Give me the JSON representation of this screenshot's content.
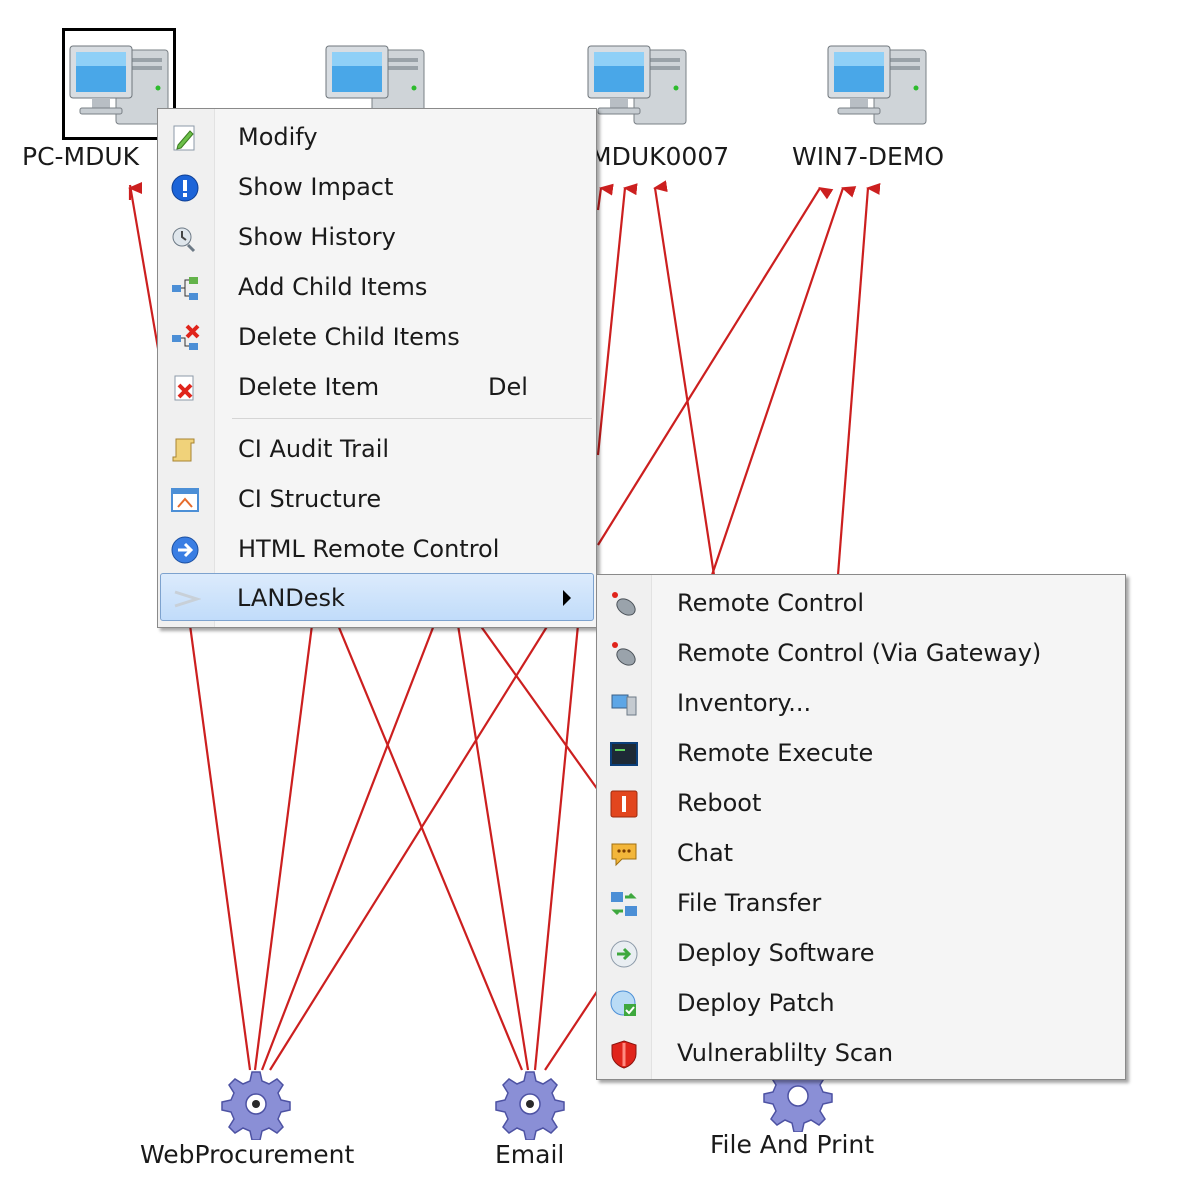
{
  "computers": [
    {
      "label": "PC-MDUK",
      "selected": true
    },
    {
      "label": "",
      "selected": false
    },
    {
      "label": "MDUK0007",
      "selected": false
    },
    {
      "label": "WIN7-DEMO",
      "selected": false
    }
  ],
  "services": [
    {
      "label": "WebProcurement"
    },
    {
      "label": "Email"
    },
    {
      "label": "File And Print"
    }
  ],
  "context_menu": {
    "items": [
      {
        "label": "Modify",
        "icon": "pencil-icon"
      },
      {
        "label": "Show Impact",
        "icon": "info-icon"
      },
      {
        "label": "Show History",
        "icon": "history-icon"
      },
      {
        "label": "Add Child Items",
        "icon": "add-child-icon"
      },
      {
        "label": "Delete Child Items",
        "icon": "delete-child-icon"
      },
      {
        "label": "Delete Item",
        "shortcut": "Del",
        "icon": "delete-item-icon"
      },
      {
        "label": "CI Audit Trail",
        "icon": "scroll-icon"
      },
      {
        "label": "CI Structure",
        "icon": "structure-icon"
      },
      {
        "label": "HTML Remote Control",
        "icon": "arrow-circle-icon"
      },
      {
        "label": "LANDesk",
        "icon": "landesk-icon",
        "has_submenu": true
      }
    ]
  },
  "landesk_submenu": {
    "items": [
      {
        "label": "Remote Control",
        "icon": "remote-control-icon"
      },
      {
        "label": "Remote Control (Via Gateway)",
        "icon": "remote-control-gateway-icon"
      },
      {
        "label": "Inventory...",
        "icon": "inventory-icon"
      },
      {
        "label": "Remote Execute",
        "icon": "remote-execute-icon"
      },
      {
        "label": "Reboot",
        "icon": "reboot-icon"
      },
      {
        "label": "Chat",
        "icon": "chat-icon"
      },
      {
        "label": "File Transfer",
        "icon": "file-transfer-icon"
      },
      {
        "label": "Deploy Software",
        "icon": "deploy-software-icon"
      },
      {
        "label": "Deploy Patch",
        "icon": "deploy-patch-icon"
      },
      {
        "label": "Vulnerablilty Scan",
        "icon": "vulnerability-scan-icon"
      }
    ]
  },
  "colors": {
    "link_line": "#cc1f1f",
    "menu_highlight": "#c1dcfa"
  }
}
